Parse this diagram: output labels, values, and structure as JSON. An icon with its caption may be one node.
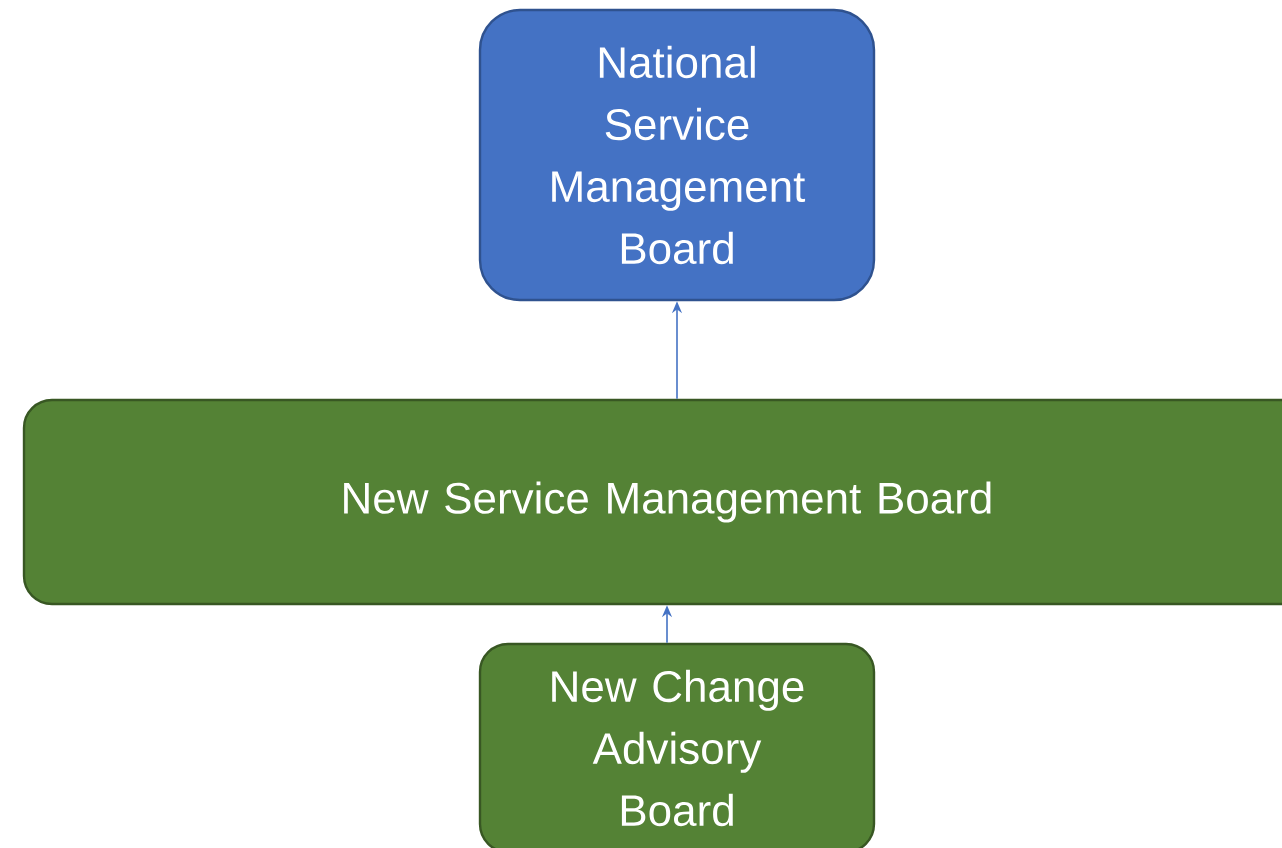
{
  "diagram": {
    "nodes": [
      {
        "text": [
          "National Service Management Board"
        ]
      },
      {
        "text": [
          "New Service Management Board"
        ]
      },
      {
        "text": [
          "New Change Advisory Board"
        ]
      }
    ],
    "edges": [
      {
        "from": 1,
        "to": 0,
        "arrow": "to"
      },
      {
        "from": 2,
        "to": 1,
        "arrow": "to"
      }
    ]
  }
}
